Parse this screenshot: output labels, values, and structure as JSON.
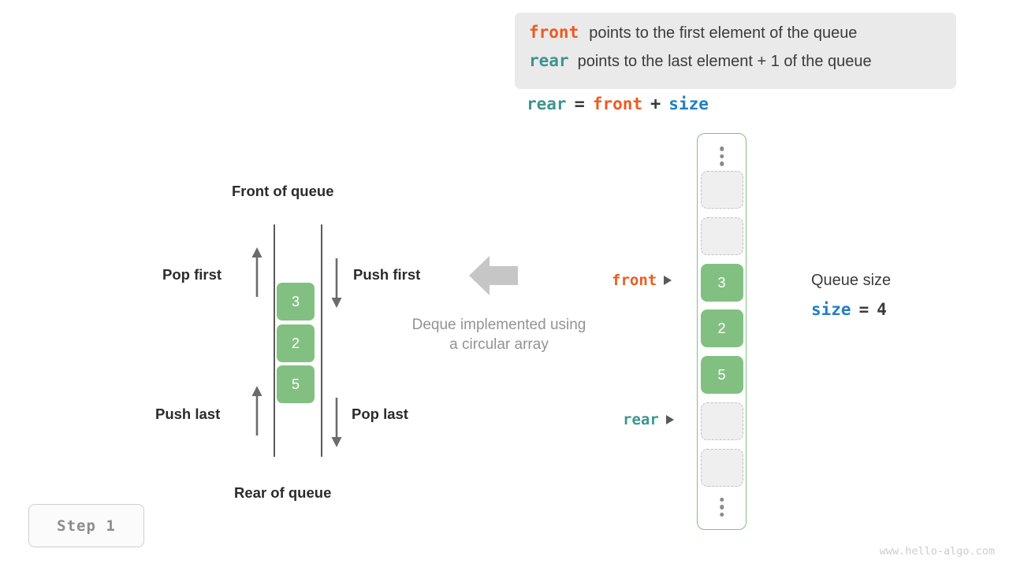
{
  "info_box": {
    "lines": [
      {
        "keyword": "front",
        "keyword_color": "#ec5b21",
        "text": "points to the first element of the queue"
      },
      {
        "keyword": "rear",
        "keyword_color": "#3c9490",
        "text": "points to the last element + 1 of the queue"
      }
    ]
  },
  "formula": {
    "rear": "rear",
    "equals": "=",
    "front": "front",
    "plus": "+",
    "size": "size"
  },
  "schematic": {
    "front_of_queue": "Front of queue",
    "rear_of_queue": "Rear of queue",
    "pop_first": "Pop first",
    "push_first": "Push first",
    "push_last": "Push last",
    "pop_last": "Pop last",
    "caption_line1": "Deque implemented using",
    "caption_line2": "a circular array",
    "stack_values": [
      "3",
      "2",
      "5"
    ]
  },
  "array": {
    "cells": [
      {
        "value": "",
        "state": "empty"
      },
      {
        "value": "",
        "state": "empty"
      },
      {
        "value": "3",
        "state": "filled"
      },
      {
        "value": "2",
        "state": "filled"
      },
      {
        "value": "5",
        "state": "filled"
      },
      {
        "value": "",
        "state": "empty"
      },
      {
        "value": "",
        "state": "empty"
      }
    ],
    "pointers": {
      "front_label": "front",
      "rear_label": "rear"
    }
  },
  "queue_size": {
    "label": "Queue size",
    "variable": "size",
    "equals": "=",
    "value": "4"
  },
  "step_badge": {
    "label": "Step 1"
  },
  "watermark": {
    "text": "www.hello-algo.com"
  },
  "colors": {
    "accent_green": "#82c082",
    "front_orange": "#ec5b21",
    "rear_teal": "#3c9490",
    "size_blue": "#1f7fc4",
    "info_bg": "#eaeaea"
  }
}
